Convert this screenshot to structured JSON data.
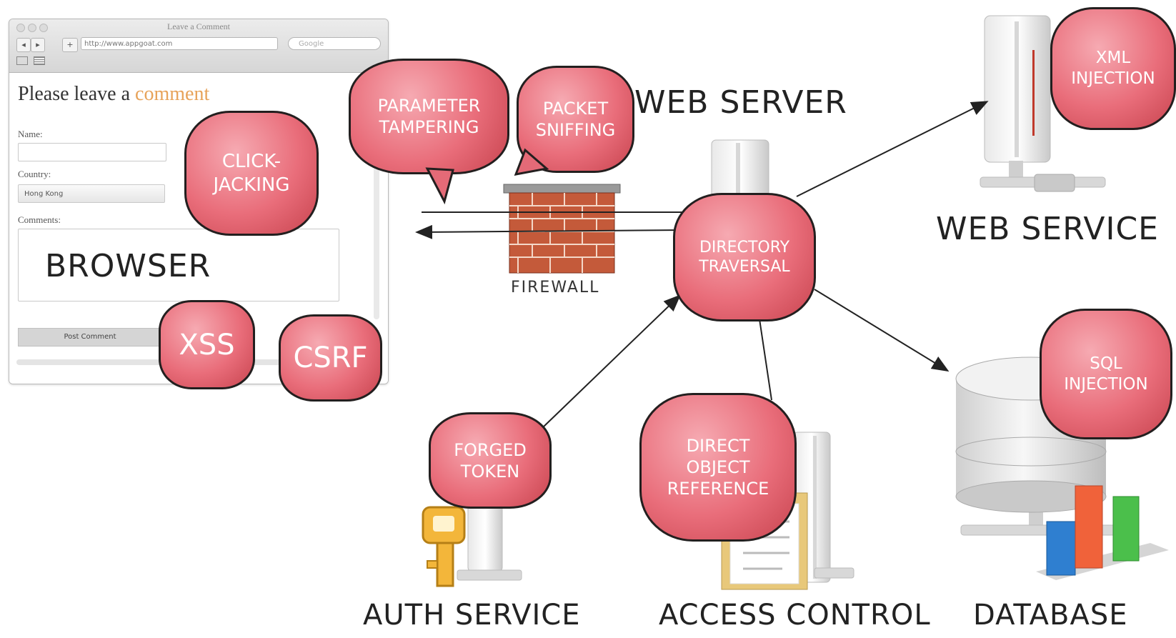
{
  "browser": {
    "window_title": "Leave a Comment",
    "url": "http://www.appgoat.com",
    "search_placeholder": "Google",
    "heading_main": "Please leave a",
    "heading_accent": "comment",
    "name_label": "Name:",
    "country_label": "Country:",
    "country_value": "Hong Kong",
    "comments_label": "Comments:",
    "post_button": "Post Comment",
    "label": "BROWSER"
  },
  "labels": {
    "web_server": "WEB SERVER",
    "firewall": "FIREWALL",
    "web_service": "WEB SERVICE",
    "auth_service": "AUTH SERVICE",
    "access_control": "ACCESS CONTROL",
    "database": "DATABASE"
  },
  "threats": {
    "click_jacking": [
      "CLICK-",
      "JACKING"
    ],
    "parameter_tampering": [
      "PARAMETER",
      "TAMPERING"
    ],
    "packet_sniffing": [
      "PACKET",
      "SNIFFING"
    ],
    "xss": [
      "XSS"
    ],
    "csrf": [
      "CSRF"
    ],
    "directory_traversal": [
      "DIRECTORY",
      "TRAVERSAL"
    ],
    "xml_injection": [
      "XML",
      "INJECTION"
    ],
    "sql_injection": [
      "SQL",
      "INJECTION"
    ],
    "forged_token": [
      "FORGED",
      "TOKEN"
    ],
    "direct_object_reference": [
      "DIRECT",
      "OBJECT",
      "REFERENCE"
    ]
  },
  "colors": {
    "bubble": "#e96d7a",
    "accent": "#e7a35a",
    "brick": "#c45a3a"
  }
}
